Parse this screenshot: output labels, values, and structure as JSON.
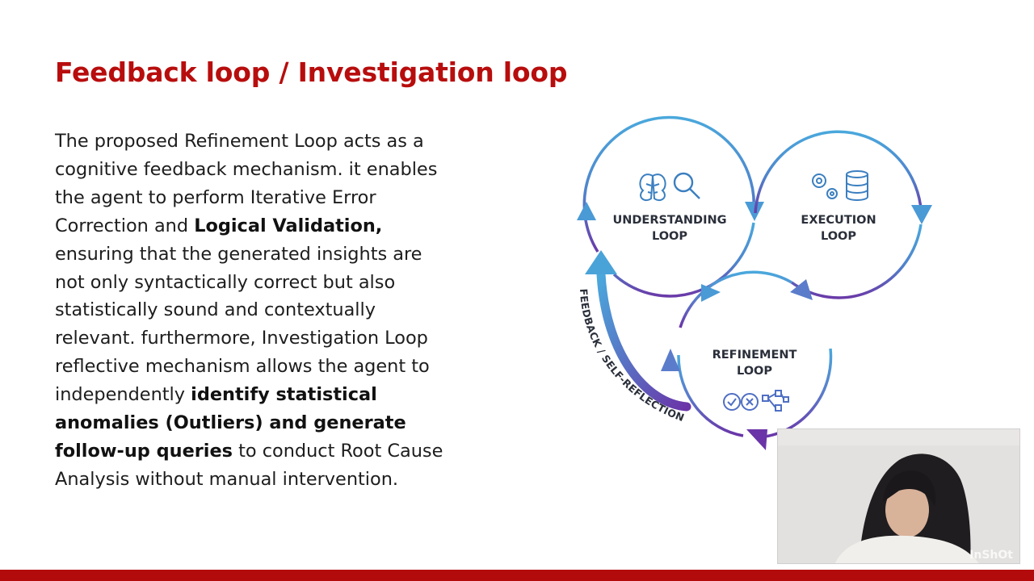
{
  "slide": {
    "title": "Feedback loop / Investigation loop",
    "paragraph": [
      [
        {
          "t": "The proposed Refinement Loop acts as a",
          "b": false
        }
      ],
      [
        {
          "t": "cognitive feedback mechanism. it enables",
          "b": false
        }
      ],
      [
        {
          "t": "the agent to perform Iterative Error",
          "b": false
        }
      ],
      [
        {
          "t": "Correction and ",
          "b": false
        },
        {
          "t": "Logical Validation,",
          "b": true
        }
      ],
      [
        {
          "t": "ensuring that the generated insights are",
          "b": false
        }
      ],
      [
        {
          "t": "not only syntactically correct but also",
          "b": false
        }
      ],
      [
        {
          "t": "statistically sound and contextually",
          "b": false
        }
      ],
      [
        {
          "t": "relevant. furthermore, Investigation Loop",
          "b": false
        }
      ],
      [
        {
          "t": "reflective mechanism allows the agent to",
          "b": false
        }
      ],
      [
        {
          "t": "independently ",
          "b": false
        },
        {
          "t": "identify statistical",
          "b": true
        }
      ],
      [
        {
          "t": "anomalies (Outliers) and generate",
          "b": true
        }
      ],
      [
        {
          "t": "follow-up queries",
          "b": true
        },
        {
          "t": " to conduct Root Cause",
          "b": false
        }
      ],
      [
        {
          "t": "Analysis without manual intervention.",
          "b": false
        }
      ]
    ]
  },
  "diagram": {
    "understanding": {
      "line1": "UNDERSTANDING",
      "line2": "LOOP",
      "icons": [
        "brain-icon",
        "magnifier-icon"
      ]
    },
    "execution": {
      "line1": "EXECUTION",
      "line2": "LOOP",
      "icons": [
        "gears-icon",
        "database-icon"
      ]
    },
    "refinement": {
      "line1": "REFINEMENT",
      "line2": "LOOP",
      "icons": [
        "check-cross-icon",
        "flowchart-icon"
      ]
    },
    "feedback_label": "FEEDBACK / SELF-REFLECTION"
  },
  "video": {
    "watermark": "InShOt"
  },
  "colors": {
    "title": "#b80d0d",
    "bar": "#b30b0b",
    "arc_blue": "#4aa3d8",
    "arc_purple": "#6a3aa8"
  }
}
